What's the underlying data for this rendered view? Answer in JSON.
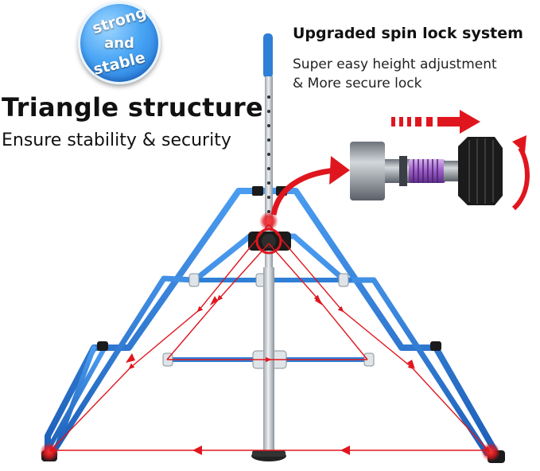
{
  "badge": {
    "line1": "strong",
    "line2": "and",
    "line3": "stable"
  },
  "left": {
    "headline": "Triangle structure",
    "subline": "Ensure stability & security"
  },
  "right": {
    "headline": "Upgraded spin lock system",
    "line1": "Super easy height adjustment",
    "line2": "& More secure lock"
  },
  "colors": {
    "frame_blue": "#2f7fd6",
    "arrow_red": "#e0161e",
    "pole_silver": "#c9ced4",
    "knob_black": "#1b1b1b",
    "spring_purple": "#9a5cc4"
  }
}
